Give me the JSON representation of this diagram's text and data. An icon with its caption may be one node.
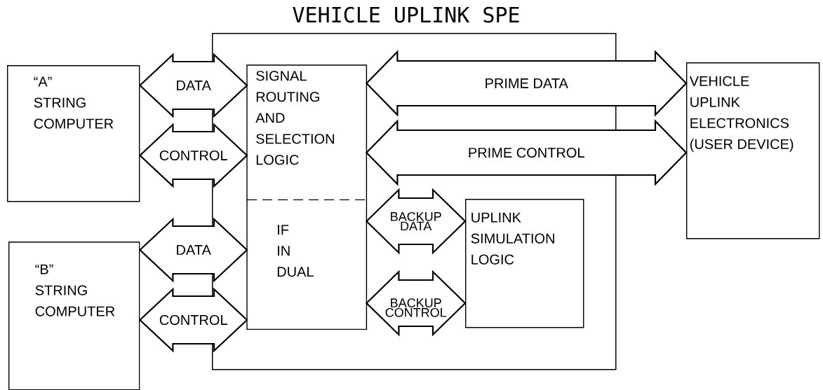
{
  "diagram": {
    "nodes": [
      {
        "text": [
          "VEHICLE UPLINK SPE"
        ]
      },
      {
        "text": [
          "“A” STRING COMPUTER"
        ]
      },
      {
        "text": [
          "SIGNAL ROUTING AND SELECTION LOGIC"
        ],
        "in": 0
      },
      {
        "text": [
          "IF IN DUAL"
        ],
        "in": 0
      },
      {
        "text": [
          "UPLINK SIMULATION LOGIC"
        ],
        "in": 0
      },
      {
        "text": [
          "VEHICLE UPLINK ELECTRONICS (USER DEVICE)"
        ]
      },
      {
        "text": [
          "“B” STRING COMPUTER"
        ]
      }
    ],
    "edges": [
      {
        "from": 1,
        "to": 2,
        "arrow": "both",
        "label": "DATA"
      },
      {
        "from": 1,
        "to": 2,
        "arrow": "both",
        "label": "CONTROL"
      },
      {
        "from": 2,
        "to": 5,
        "arrow": "both",
        "label": "PRIME DATA"
      },
      {
        "from": 2,
        "to": 5,
        "arrow": "both",
        "label": "PRIME CONTROL"
      },
      {
        "from": 3,
        "to": 4,
        "arrow": "both",
        "label": "BACKUP DATA"
      },
      {
        "from": 3,
        "to": 4,
        "arrow": "both",
        "label": "BACKUP CONTROL"
      },
      {
        "from": 6,
        "to": 3,
        "arrow": "both",
        "label": "DATA"
      },
      {
        "from": 6,
        "to": 3,
        "arrow": "both",
        "label": "CONTROL"
      }
    ]
  }
}
